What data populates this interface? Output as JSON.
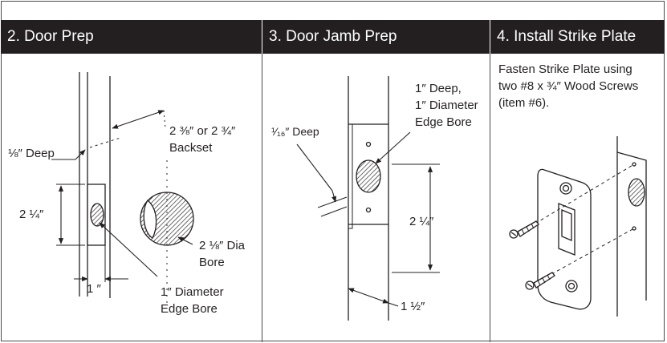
{
  "steps": [
    {
      "heading": "2. Door Prep",
      "labels": {
        "backset_top": "2 ⅜″ or  2 ¾″",
        "backset_bottom": "Backset",
        "deep": "⅛″ Deep",
        "height": "2 ¼″",
        "dia_top": "2 ⅛″ Dia",
        "dia_bottom": "Bore",
        "width": "1 ″",
        "edge_top": "1″ Diameter",
        "edge_bottom": "Edge Bore"
      }
    },
    {
      "heading": "3. Door Jamb Prep",
      "labels": {
        "bore_line1": "1″ Deep,",
        "bore_line2": "1″ Diameter",
        "bore_line3": "Edge Bore",
        "deep": "¹⁄₁₆″ Deep",
        "height": "2 ¼″",
        "width": "1 ½″"
      }
    },
    {
      "heading": "4. Install Strike Plate",
      "instruction": [
        "Fasten Strike Plate using",
        "two #8 x ¾″ Wood Screws",
        " (item #6)."
      ]
    }
  ]
}
